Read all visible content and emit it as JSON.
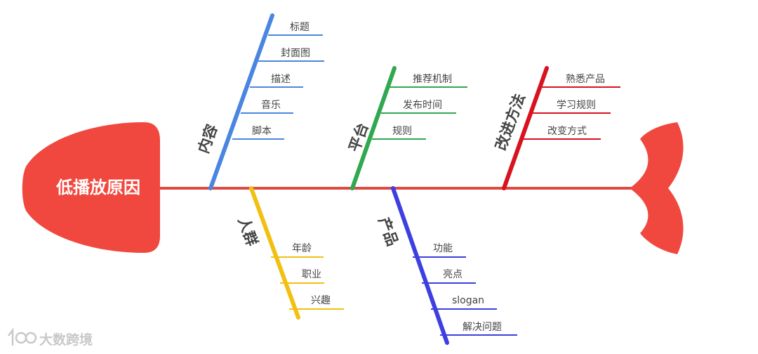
{
  "diagram": {
    "type": "fishbone",
    "problem": "低播放原因",
    "spine_color": "#e04a44",
    "head_color": "#f0483e",
    "categories": [
      {
        "name": "内容",
        "color": "#4a86e0",
        "causes": [
          "标题",
          "封面图",
          "描述",
          "音乐",
          "脚本"
        ]
      },
      {
        "name": "平台",
        "color": "#2fa84f",
        "causes": [
          "推荐机制",
          "发布时间",
          "规则"
        ]
      },
      {
        "name": "改进方法",
        "color": "#d9121f",
        "causes": [
          "熟悉产品",
          "学习规则",
          "改变方式"
        ]
      },
      {
        "name": "人群",
        "color": "#f2c012",
        "causes": [
          "年龄",
          "职业",
          "兴趣"
        ]
      },
      {
        "name": "产品",
        "color": "#3d3fe0",
        "causes": [
          "功能",
          "亮点",
          "slogan",
          "解决问题"
        ]
      }
    ]
  },
  "watermark": {
    "text": "大数跨境"
  }
}
